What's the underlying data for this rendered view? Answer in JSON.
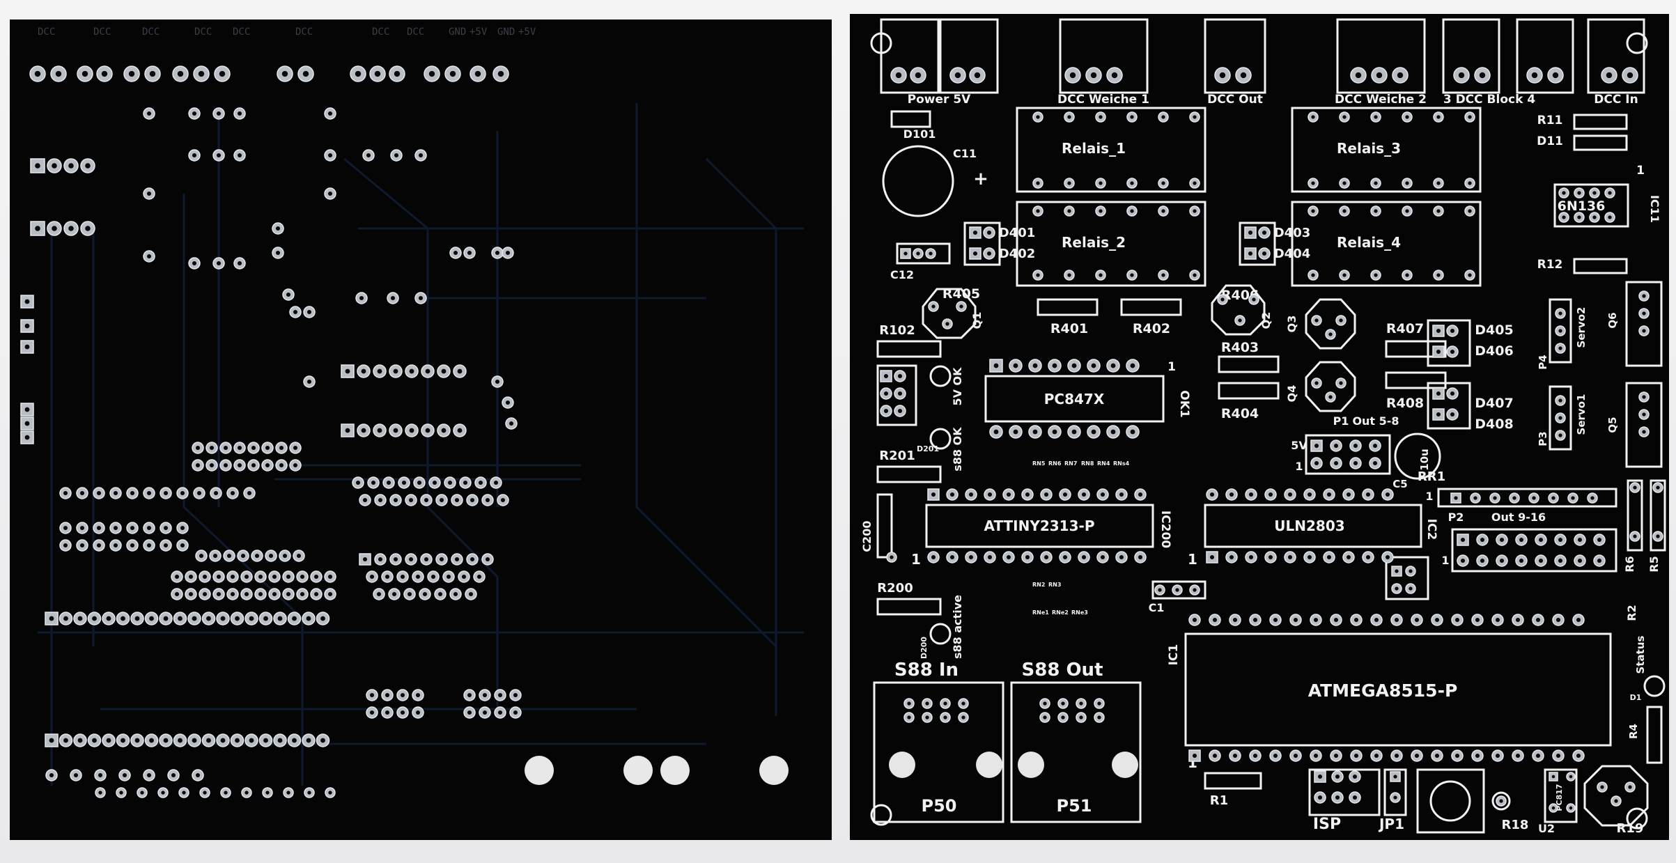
{
  "bottom_side": {
    "top_labels": [
      "DCC",
      "DCC",
      "DCC",
      "DCC",
      "DCC",
      "DCC",
      "DCC",
      "DCC",
      "GND",
      "+5V",
      "GND",
      "+5V"
    ]
  },
  "top_side": {
    "headers": [
      {
        "label": "Power 5V"
      },
      {
        "label": "DCC Weiche 1"
      },
      {
        "label": "DCC Out"
      },
      {
        "label": "DCC Weiche 2"
      },
      {
        "label": "3 DCC Block 4"
      },
      {
        "label": "DCC In"
      }
    ],
    "relays": [
      "Relais_1",
      "Relais_2",
      "Relais_3",
      "Relais_4"
    ],
    "chips": {
      "optocoupler": "6N136",
      "ic11": "IC11",
      "pc847": "PC847X",
      "ok1": "OK1",
      "attiny": "ATTINY2313-P",
      "ic200": "IC200",
      "uln": "ULN2803",
      "ic2": "IC2",
      "atmega": "ATMEGA8515-P",
      "ic1": "IC1",
      "pc817": "PC817",
      "u2": "U2"
    },
    "labels": {
      "d101": "D101",
      "c11": "C11",
      "plus": "+",
      "d401": "D401",
      "d402": "D402",
      "c12": "C12",
      "d403": "D403",
      "d404": "D404",
      "r405": "R405",
      "q1": "Q1",
      "r401": "R401",
      "r402": "R402",
      "r406": "R406",
      "q2": "Q2",
      "q3": "Q3",
      "r403": "R403",
      "r404": "R404",
      "q4": "Q4",
      "r407": "R407",
      "r408": "R408",
      "d405": "D405",
      "d406": "D406",
      "d407": "D407",
      "d408": "D408",
      "r11": "R11",
      "d11": "D11",
      "r12": "R12",
      "p4": "P4",
      "servo2": "Servo2",
      "q6": "Q6",
      "p3": "P3",
      "servo1": "Servo1",
      "q5": "Q5",
      "r102": "R102",
      "ok5v": "5V OK",
      "d201": "D201",
      "s88ok": "s88 OK",
      "r201": "R201",
      "p1": "P1",
      "out58": "Out 5-8",
      "v5": "5V",
      "one": "1",
      "c5": "C5",
      "cap10u": "10u",
      "rr1": "RR1",
      "p2": "P2",
      "out916": "Out 9-16",
      "r6": "R6",
      "r5": "R5",
      "r2": "R2",
      "c200": "C200",
      "c1": "C1",
      "r200": "R200",
      "d200": "D200",
      "s88active": "s88 active",
      "status": "Status",
      "d1": "D1",
      "r4": "R4",
      "s88in": "S88 In",
      "s88out": "S88 Out",
      "p50": "P50",
      "p51": "P51",
      "r1": "R1",
      "isp": "ISP",
      "jp1": "JP1",
      "r18": "R18",
      "r19": "R19"
    },
    "small_labels": [
      "RN5",
      "RN6",
      "RN7",
      "RN8",
      "RN4",
      "RNs4",
      "RN2",
      "RN3",
      "RNe1",
      "RNe2",
      "RNe3"
    ]
  },
  "colors": {
    "board": "#050505",
    "silk": "#f2f2f2",
    "pad": "#b9bdc4",
    "background": "#eeeef0"
  }
}
